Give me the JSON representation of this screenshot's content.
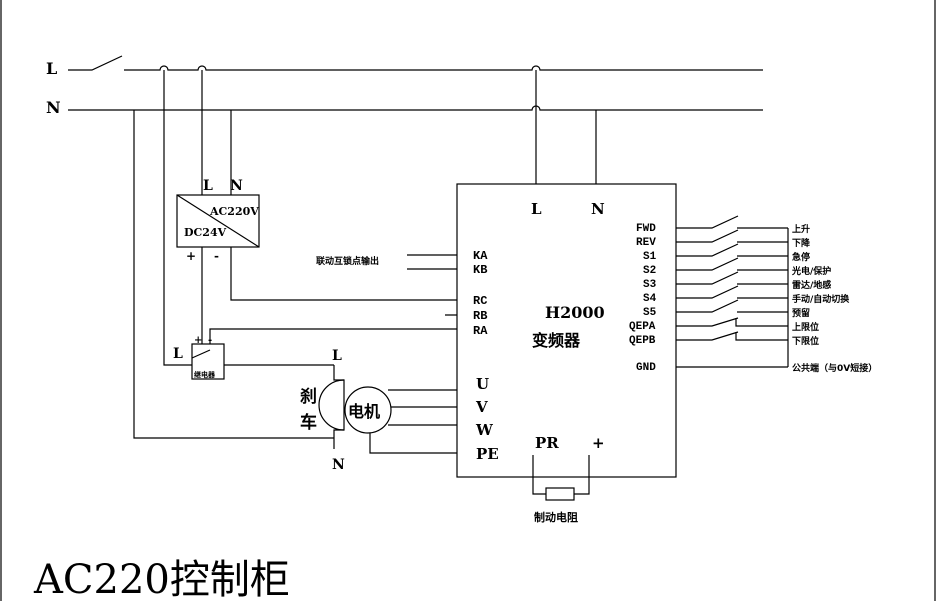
{
  "lines": {
    "live": "L",
    "neutral": "N"
  },
  "power_supply": {
    "in_l": "L",
    "in_n": "N",
    "ac": "AC220V",
    "dc": "DC24V",
    "plus": "+",
    "minus": "-"
  },
  "relay": {
    "label": "继电器",
    "plus": "+",
    "minus": "-",
    "l": "L"
  },
  "brake": {
    "label1": "刹",
    "label2": "车",
    "top": "L",
    "bottom": "N"
  },
  "motor": {
    "label": "电机"
  },
  "inverter": {
    "model": "H2000",
    "name": "变频器",
    "in_l": "L",
    "in_n": "N",
    "left_terminals": [
      "KA",
      "KB",
      "RC",
      "RB",
      "RA",
      "U",
      "V",
      "W",
      "PE"
    ],
    "bottom_terminals": [
      "PR",
      "+"
    ],
    "right_terminals": [
      "FWD",
      "REV",
      "S1",
      "S2",
      "S3",
      "S4",
      "S5",
      "QEPA",
      "QEPB",
      "GND"
    ]
  },
  "interlock_label": "联动互锁点输出",
  "functions": [
    "上升",
    "下降",
    "急停",
    "光电/保护",
    "雷达/地感",
    "手动/自动切换",
    "预留",
    "上限位",
    "下限位"
  ],
  "gnd_label": "公共端（与0V短接）",
  "resistor_label": "制动电阻",
  "cabinet_title": "AC220控制柜"
}
